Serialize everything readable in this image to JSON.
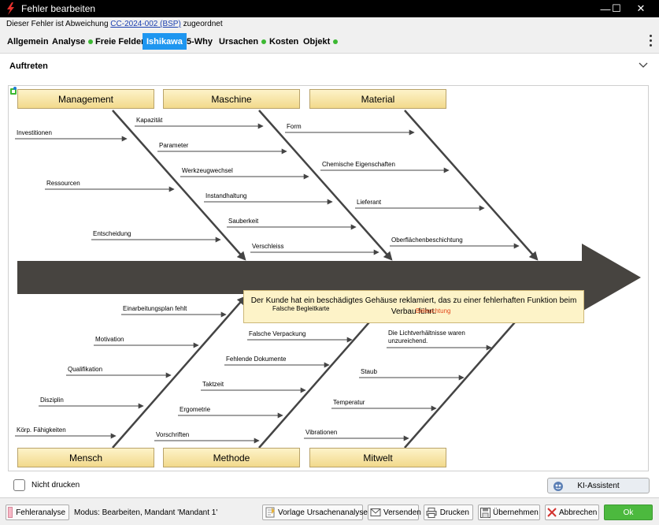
{
  "window": {
    "title": "Fehler bearbeiten",
    "controls": {
      "minimize": "—",
      "maximize": "☐",
      "close": "✕"
    }
  },
  "info": {
    "prefix": "Dieser Fehler ist Abweichung",
    "link": "CC-2024-002 (BSP)",
    "suffix": "zugeordnet"
  },
  "tabs": [
    {
      "label": "Allgemein",
      "dot": false,
      "active": false
    },
    {
      "label": "Analyse",
      "dot": true,
      "active": false
    },
    {
      "label": "Freie Felder",
      "dot": false,
      "active": false
    },
    {
      "label": "Ishikawa",
      "dot": false,
      "active": true
    },
    {
      "label": "5-Why",
      "dot": false,
      "active": false
    },
    {
      "label": "Ursachen",
      "dot": true,
      "active": false
    },
    {
      "label": "Kosten",
      "dot": false,
      "active": false
    },
    {
      "label": "Objekt",
      "dot": true,
      "active": false
    }
  ],
  "section": {
    "title": "Auftreten"
  },
  "diagram": {
    "problem": "Der Kunde hat ein beschädigtes Gehäuse reklamiert, das zu einer fehlerhaften Funktion beim Verbau führt.",
    "categories": {
      "management": "Management",
      "maschine": "Maschine",
      "material": "Material",
      "mensch": "Mensch",
      "methode": "Methode",
      "mitwelt": "Mitwelt"
    },
    "causes": {
      "management": [
        "Investitionen",
        "Ressourcen",
        "Entscheidung"
      ],
      "maschine": [
        "Kapazität",
        "Parameter",
        "Werkzeugwechsel",
        "Instandhaltung",
        "Sauberkeit",
        "Verschleiss"
      ],
      "material": [
        "Form",
        "Chemische Eigenschaften",
        "Lieferant",
        "Oberflächenbeschichtung"
      ],
      "mensch": [
        "Einarbeitungsplan fehlt",
        "Motivation",
        "Qualifikation",
        "Disziplin",
        "Körp. Fähigkeiten"
      ],
      "methode": [
        "Falsche Begleitkarte",
        "Falsche Verpackung",
        "Fehlende Dokumente",
        "Taktzeit",
        "Ergometrie",
        "Vorschriften"
      ],
      "mitwelt": [
        "Beleuchtung",
        "Die Lichtverhältnisse waren unzureichend.",
        "Staub",
        "Temperatur",
        "Vibrationen"
      ]
    },
    "colors": {
      "spine": "#474440",
      "highlight": "#e2471b",
      "box": "#f7e3a0"
    }
  },
  "footer": {
    "checkbox_label": "Nicht drucken",
    "checkbox_checked": false,
    "ki_button": "KI-Assistent"
  },
  "statusbar": {
    "fehleranalyse": "Fehleranalyse",
    "modus": "Modus: Bearbeiten, Mandant 'Mandant 1'",
    "vorlage": "Vorlage Ursachenanalyse",
    "versenden": "Versenden",
    "drucken": "Drucken",
    "uebernehmen": "Übernehmen",
    "abbrechen": "Abbrechen",
    "ok": "Ok"
  },
  "icons": [
    "app-flame-icon",
    "attachment-icon",
    "ki-assistant-icon",
    "template-icon",
    "mail-icon",
    "printer-icon",
    "save-icon",
    "cancel-icon",
    "chevron-down-icon",
    "more-menu-icon"
  ]
}
